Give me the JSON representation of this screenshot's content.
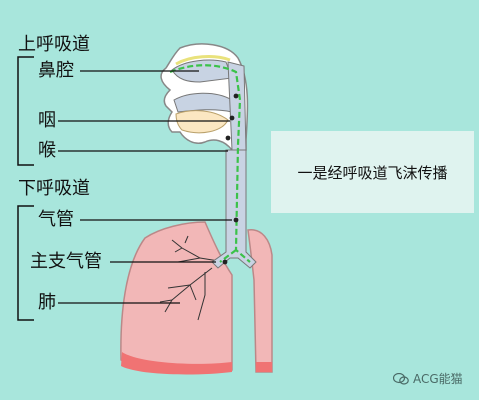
{
  "labels": {
    "upper_group": "上呼吸道",
    "nasal": "鼻腔",
    "pharynx": "咽",
    "larynx": "喉",
    "lower_group": "下呼吸道",
    "trachea": "气管",
    "bronchus": "主支气管",
    "lung": "肺"
  },
  "callout": "一是经呼吸道飞沫传播",
  "watermark": "ACG能猫",
  "colors": {
    "background": "#a8e6dc",
    "lung_fill": "#f2b7b7",
    "lung_base": "#f07373",
    "airway_fill": "#c8d3e3",
    "airflow": "#3bc24a",
    "mucosa": "#e9e27c"
  }
}
